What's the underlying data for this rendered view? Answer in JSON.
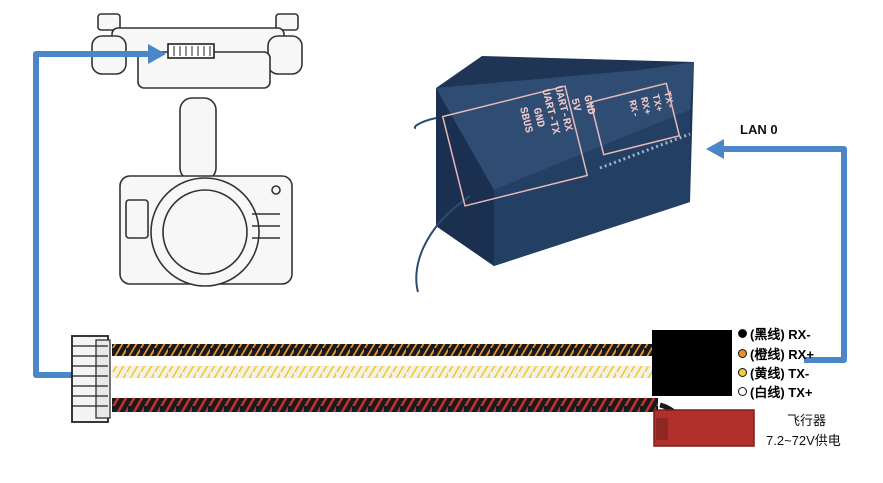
{
  "labels": {
    "lan": "LAN 0",
    "power_line1": "飞行器",
    "power_line2": "7.2~72V供电"
  },
  "board": {
    "silkscreen_left": [
      "GND",
      "5V",
      "UART-RX",
      "UART-TX",
      "GND",
      "SBUS"
    ],
    "silkscreen_right": [
      "TX-",
      "TX+",
      "RX+",
      "RX-"
    ]
  },
  "wires": [
    {
      "label": "(黑线) RX-",
      "dot_color": "#000000"
    },
    {
      "label": "(橙线) RX+",
      "dot_color": "#e8922a"
    },
    {
      "label": "(黄线) TX-",
      "dot_color": "#f2cc3a"
    },
    {
      "label": "(白线) TX+",
      "dot_color": "#ffffff"
    }
  ],
  "colors": {
    "arrow": "#4a86c8",
    "board": "#2f4d73",
    "power_connector": "#b0302a",
    "ethernet_connector": "#000000"
  }
}
